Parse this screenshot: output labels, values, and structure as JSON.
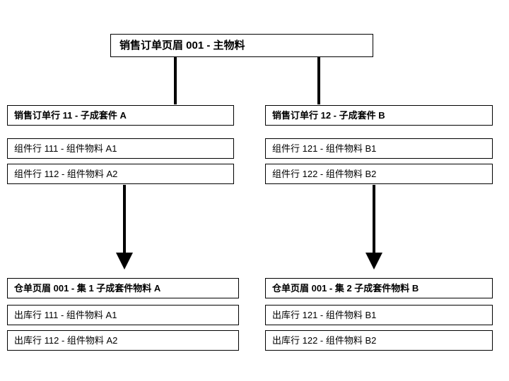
{
  "diagram": {
    "title_box": {
      "label": "销售订单页眉 001 - 主物料"
    },
    "branches": [
      {
        "order_line": {
          "label": "销售订单行 11 - 子成套件 A"
        },
        "component_lines": [
          {
            "label": "组件行 111 - 组件物料 A1"
          },
          {
            "label": "组件行 112 - 组件物料 A2"
          }
        ],
        "delivery_header": {
          "label": "仓单页眉 001 - 集 1 子成套件物料 A"
        },
        "delivery_lines": [
          {
            "label": "出库行 111 - 组件物料 A1"
          },
          {
            "label": "出库行 112 - 组件物料 A2"
          }
        ]
      },
      {
        "order_line": {
          "label": "销售订单行 12 - 子成套件 B"
        },
        "component_lines": [
          {
            "label": "组件行 121 - 组件物料 B1"
          },
          {
            "label": "组件行 122 - 组件物料 B2"
          }
        ],
        "delivery_header": {
          "label": "仓单页眉 001 - 集 2 子成套件物料 B"
        },
        "delivery_lines": [
          {
            "label": "出库行 121 - 组件物料 B1"
          },
          {
            "label": "出库行 122 - 组件物料 B2"
          }
        ]
      }
    ],
    "colors": {
      "line": "#000000",
      "box_border": "#000000",
      "background": "#ffffff",
      "text": "#000000"
    }
  }
}
